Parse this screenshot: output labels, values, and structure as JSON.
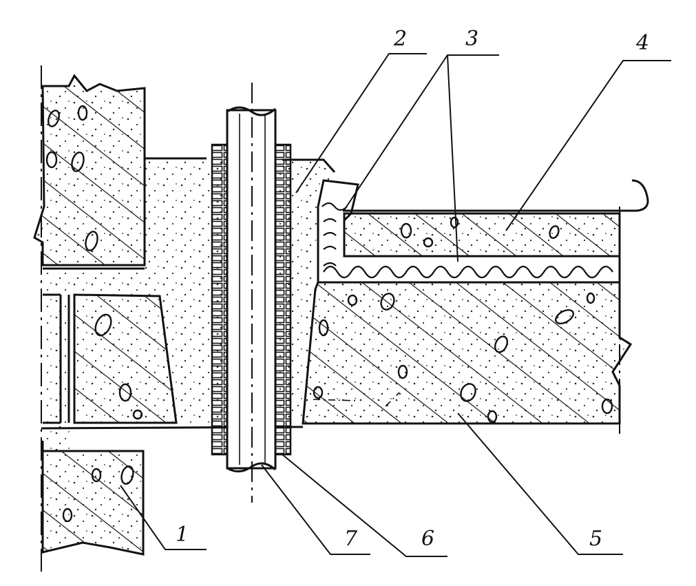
{
  "figure": {
    "callouts": [
      {
        "id": "1",
        "label": "1"
      },
      {
        "id": "2",
        "label": "2"
      },
      {
        "id": "3",
        "label": "3"
      },
      {
        "id": "4",
        "label": "4"
      },
      {
        "id": "5",
        "label": "5"
      },
      {
        "id": "6",
        "label": "6"
      },
      {
        "id": "7",
        "label": "7"
      }
    ]
  },
  "colors": {
    "ink": "#111111",
    "paper": "#ffffff"
  }
}
